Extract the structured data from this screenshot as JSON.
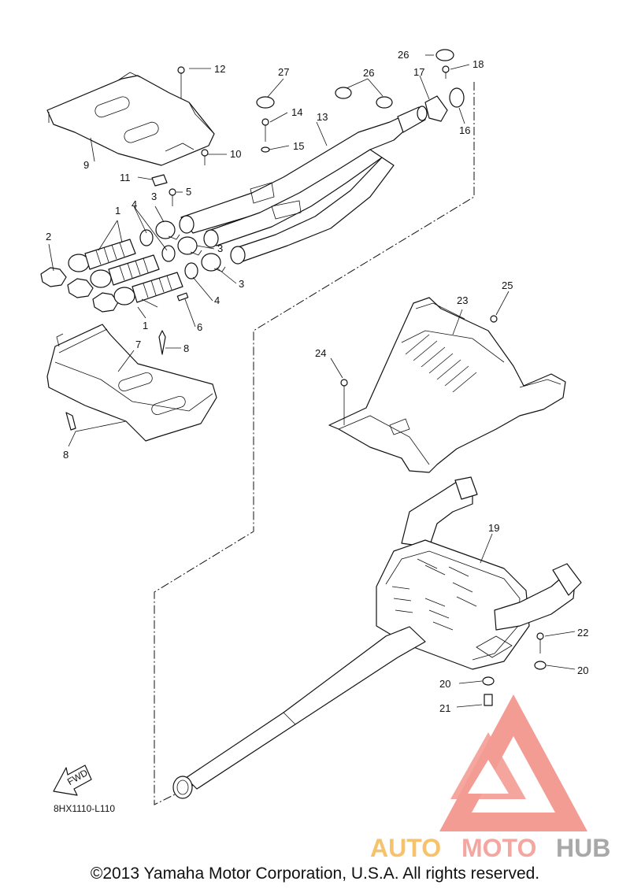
{
  "diagram": {
    "ref_code": "8HX1110-L110",
    "fwd_label": "FWD",
    "callouts": {
      "p1a": "1",
      "p1b": "1",
      "p2": "2",
      "p3a": "3",
      "p3b": "3",
      "p3c": "3",
      "p4a": "4",
      "p4b": "4",
      "p5": "5",
      "p6": "6",
      "p7": "7",
      "p8a": "8",
      "p8b": "8",
      "p9": "9",
      "p10": "10",
      "p11": "11",
      "p12": "12",
      "p13": "13",
      "p14": "14",
      "p15": "15",
      "p16": "16",
      "p17": "17",
      "p18": "18",
      "p19": "19",
      "p20a": "20",
      "p20b": "20",
      "p21": "21",
      "p22": "22",
      "p23": "23",
      "p24": "24",
      "p25": "25",
      "p26a": "26",
      "p26b": "26",
      "p27": "27"
    }
  },
  "watermark": {
    "part1": "AUTO",
    "part2": "MOTO",
    "part3": "HUB",
    "colors": {
      "part1": "#f6c26b",
      "part2": "#f4a6a0",
      "part3": "#a8a8a8",
      "logo": "#f28b82"
    }
  },
  "footer": {
    "copyright": "©2013 Yamaha Motor Corporation, U.S.A. All rights reserved."
  }
}
